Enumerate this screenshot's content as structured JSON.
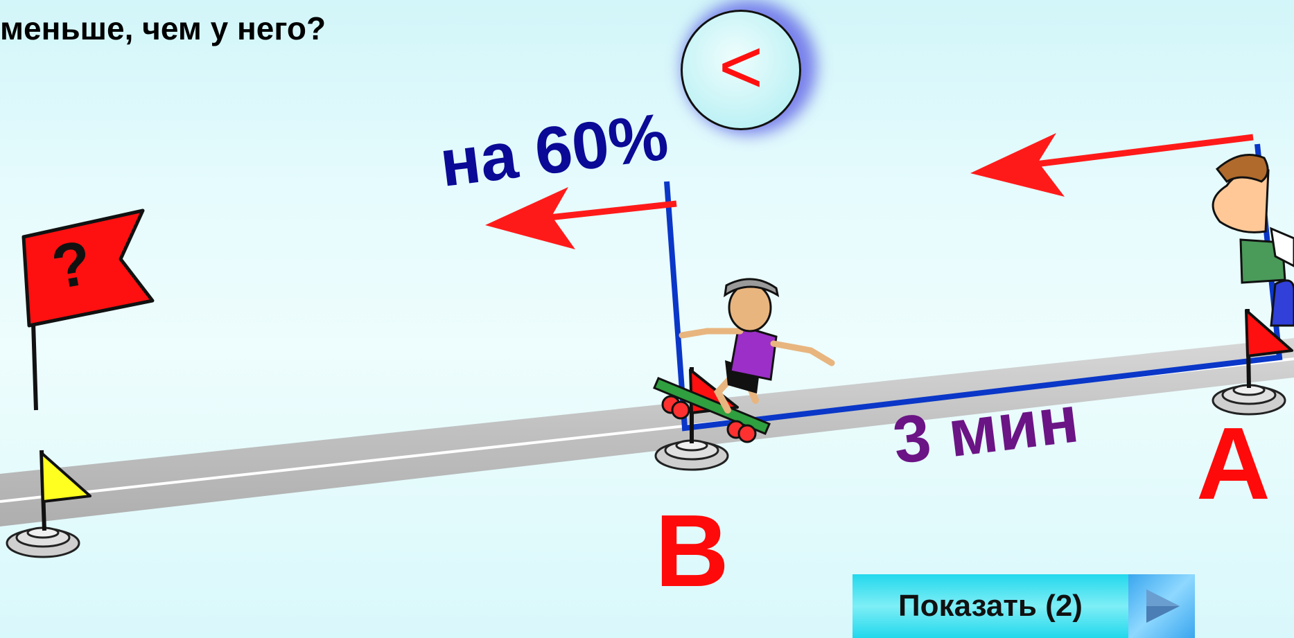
{
  "question": {
    "text": "меньше, чем у него?"
  },
  "compare_symbol": "<",
  "labels": {
    "percent": "на 60%",
    "time": "3 мин",
    "point_b": "B",
    "point_a": "A",
    "unknown_flag": "?"
  },
  "buttons": {
    "show_label": "Показать (2)"
  },
  "icons": {
    "play": "play-icon",
    "flag": "flag-icon",
    "arrow": "arrow-left-icon"
  },
  "colors": {
    "background": "#e2fafc",
    "percent_text": "#0a0a96",
    "time_text": "#6b1485",
    "point_text": "#ff0a0a",
    "arrow": "#ff1a1a",
    "bracket_line": "#0a37c8",
    "button": "#22d8ec"
  }
}
